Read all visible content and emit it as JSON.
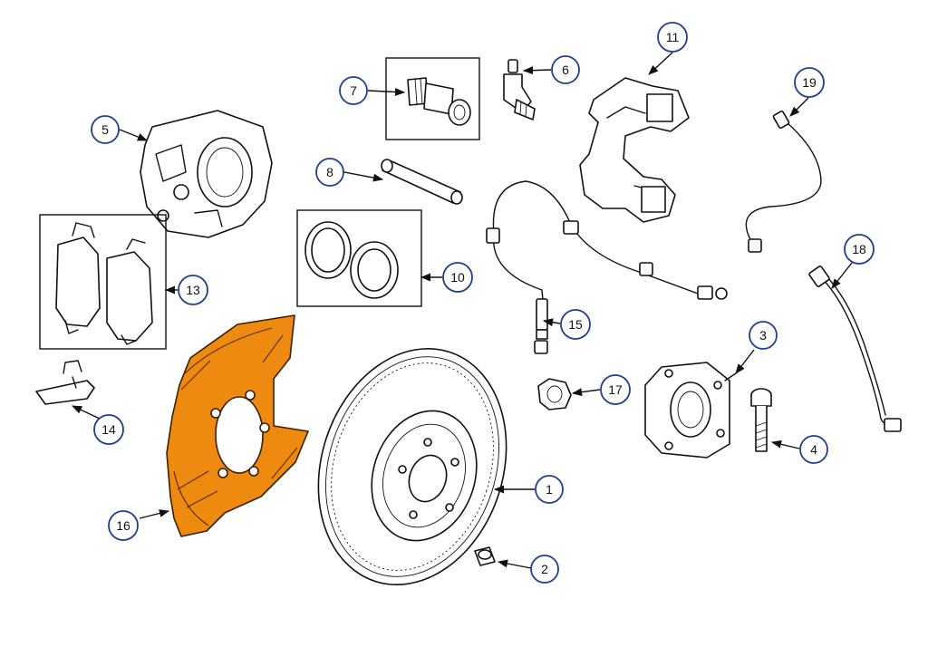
{
  "colors": {
    "highlight": "#ef8a10",
    "callout_ring": "#1f3f8f",
    "line": "#111111",
    "background": "#ffffff"
  },
  "callouts": [
    {
      "id": "1",
      "label": "1"
    },
    {
      "id": "2",
      "label": "2"
    },
    {
      "id": "3",
      "label": "3"
    },
    {
      "id": "4",
      "label": "4"
    },
    {
      "id": "5",
      "label": "5"
    },
    {
      "id": "6",
      "label": "6"
    },
    {
      "id": "7",
      "label": "7"
    },
    {
      "id": "8",
      "label": "8"
    },
    {
      "id": "10",
      "label": "10"
    },
    {
      "id": "11",
      "label": "11"
    },
    {
      "id": "13",
      "label": "13"
    },
    {
      "id": "14",
      "label": "14"
    },
    {
      "id": "15",
      "label": "15"
    },
    {
      "id": "16",
      "label": "16"
    },
    {
      "id": "17",
      "label": "17"
    },
    {
      "id": "18",
      "label": "18"
    },
    {
      "id": "19",
      "label": "19"
    }
  ],
  "highlighted_part": "16"
}
